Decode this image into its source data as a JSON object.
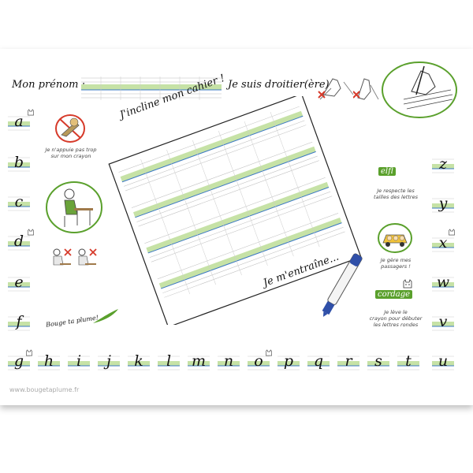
{
  "header": {
    "name_label": "Mon prénom :",
    "handedness": "Je suis droitier(ère)"
  },
  "notebook": {
    "tilt_title": "J'incline mon cahier !",
    "practice_title": "Je m'entraîne..."
  },
  "tips": {
    "pressure": [
      "Je n'appuie pas trop",
      "sur mon crayon"
    ],
    "sizes_word": "elfl",
    "sizes": [
      "Je respecte les",
      "tailles des lettres"
    ],
    "passengers": [
      "Je gère mes",
      "passagers !"
    ],
    "cordage_word": "cordage",
    "round": [
      "Je lève le",
      "crayon pour débuter",
      "les lettres rondes"
    ]
  },
  "brand_signature": "Bouge ta plume!",
  "footer": "www.bougetaplume.fr",
  "left_column_letters": [
    "a",
    "b",
    "c",
    "d",
    "e",
    "f"
  ],
  "right_column_letters": [
    "z",
    "y",
    "x",
    "w",
    "v",
    "u"
  ],
  "bottom_row_letters": [
    "g",
    "h",
    "i",
    "j",
    "k",
    "l",
    "m",
    "n",
    "o",
    "p",
    "q",
    "r",
    "s",
    "t"
  ],
  "colors": {
    "band_green": "#c6e2a6",
    "line_blue": "#3b78c4",
    "accent_green": "#5aa02c",
    "cross_red": "#d63a2a"
  }
}
